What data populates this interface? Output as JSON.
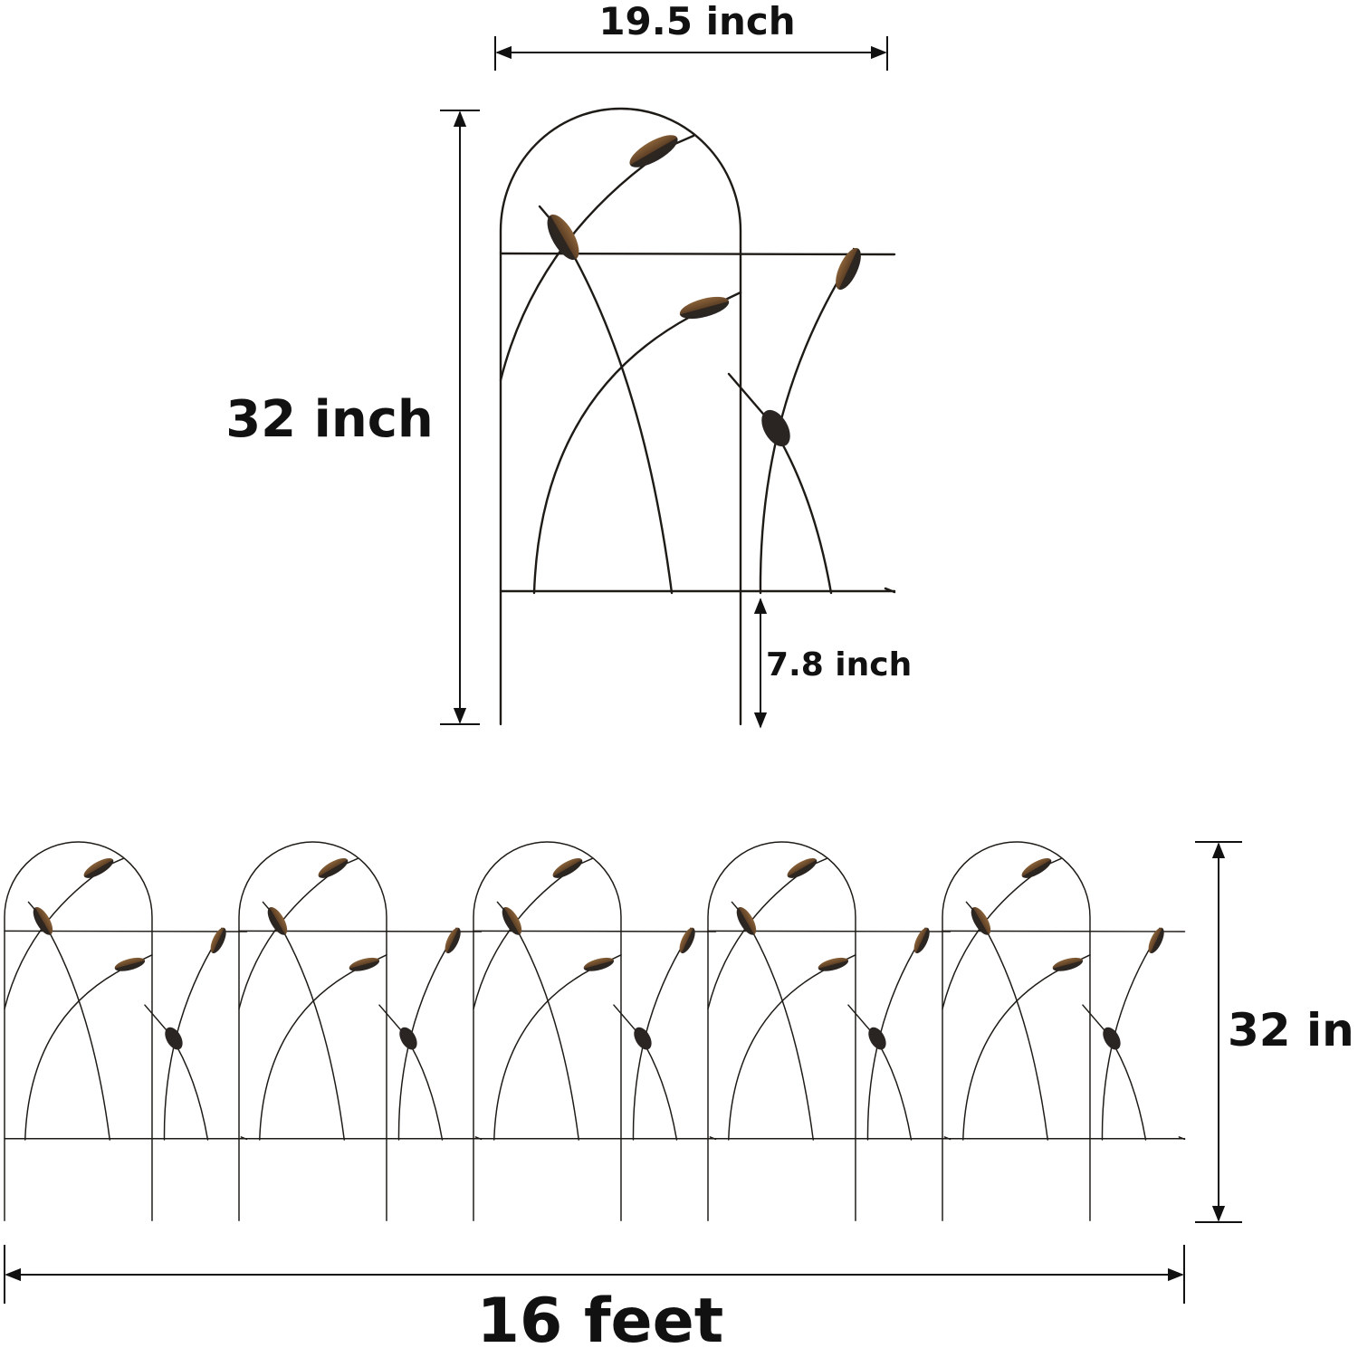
{
  "single_panel": {
    "width_label": "19.5 inch",
    "height_label": "32 inch",
    "spike_label": "7.8 inch"
  },
  "fence_run": {
    "panel_count": 5,
    "height_label": "32 in",
    "length_label": "16 feet"
  },
  "colors": {
    "wire": "#1e1a16",
    "leaf_bronze": "#6b4a2a",
    "leaf_dark": "#2a2522"
  }
}
